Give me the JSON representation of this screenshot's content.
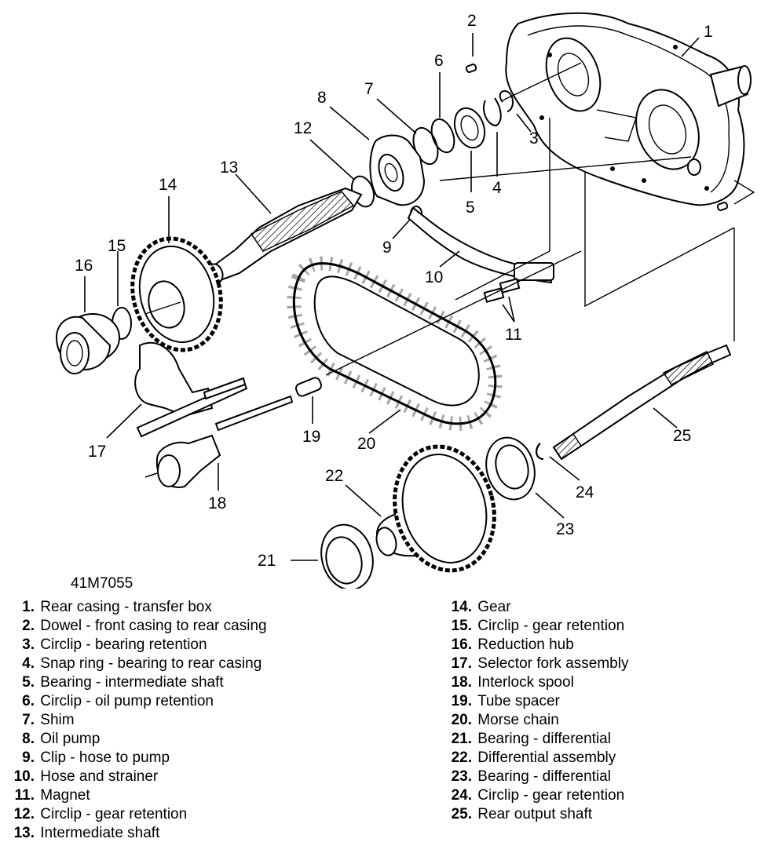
{
  "figure_ref": "41M7055",
  "callouts": [
    "1",
    "2",
    "3",
    "4",
    "5",
    "6",
    "7",
    "8",
    "9",
    "10",
    "11",
    "12",
    "13",
    "14",
    "15",
    "16",
    "17",
    "18",
    "19",
    "20",
    "21",
    "22",
    "23",
    "24",
    "25"
  ],
  "legend": [
    {
      "num": "1.",
      "label": "Rear casing - transfer box"
    },
    {
      "num": "2.",
      "label": "Dowel - front casing to rear casing"
    },
    {
      "num": "3.",
      "label": "Circlip - bearing retention"
    },
    {
      "num": "4.",
      "label": "Snap ring - bearing to rear casing"
    },
    {
      "num": "5.",
      "label": "Bearing - intermediate shaft"
    },
    {
      "num": "6.",
      "label": "Circlip - oil pump retention"
    },
    {
      "num": "7.",
      "label": "Shim"
    },
    {
      "num": "8.",
      "label": "Oil pump"
    },
    {
      "num": "9.",
      "label": "Clip - hose to pump"
    },
    {
      "num": "10.",
      "label": "Hose and strainer"
    },
    {
      "num": "11.",
      "label": "Magnet"
    },
    {
      "num": "12.",
      "label": "Circlip - gear retention"
    },
    {
      "num": "13.",
      "label": "Intermediate shaft"
    },
    {
      "num": "14.",
      "label": "Gear"
    },
    {
      "num": "15.",
      "label": "Circlip - gear retention"
    },
    {
      "num": "16.",
      "label": "Reduction hub"
    },
    {
      "num": "17.",
      "label": "Selector fork assembly"
    },
    {
      "num": "18.",
      "label": "Interlock spool"
    },
    {
      "num": "19.",
      "label": "Tube spacer"
    },
    {
      "num": "20.",
      "label": "Morse chain"
    },
    {
      "num": "21.",
      "label": "Bearing - differential"
    },
    {
      "num": "22.",
      "label": "Differential assembly"
    },
    {
      "num": "23.",
      "label": "Bearing - differential"
    },
    {
      "num": "24.",
      "label": "Circlip - gear retention"
    },
    {
      "num": "25.",
      "label": "Rear output shaft"
    }
  ]
}
